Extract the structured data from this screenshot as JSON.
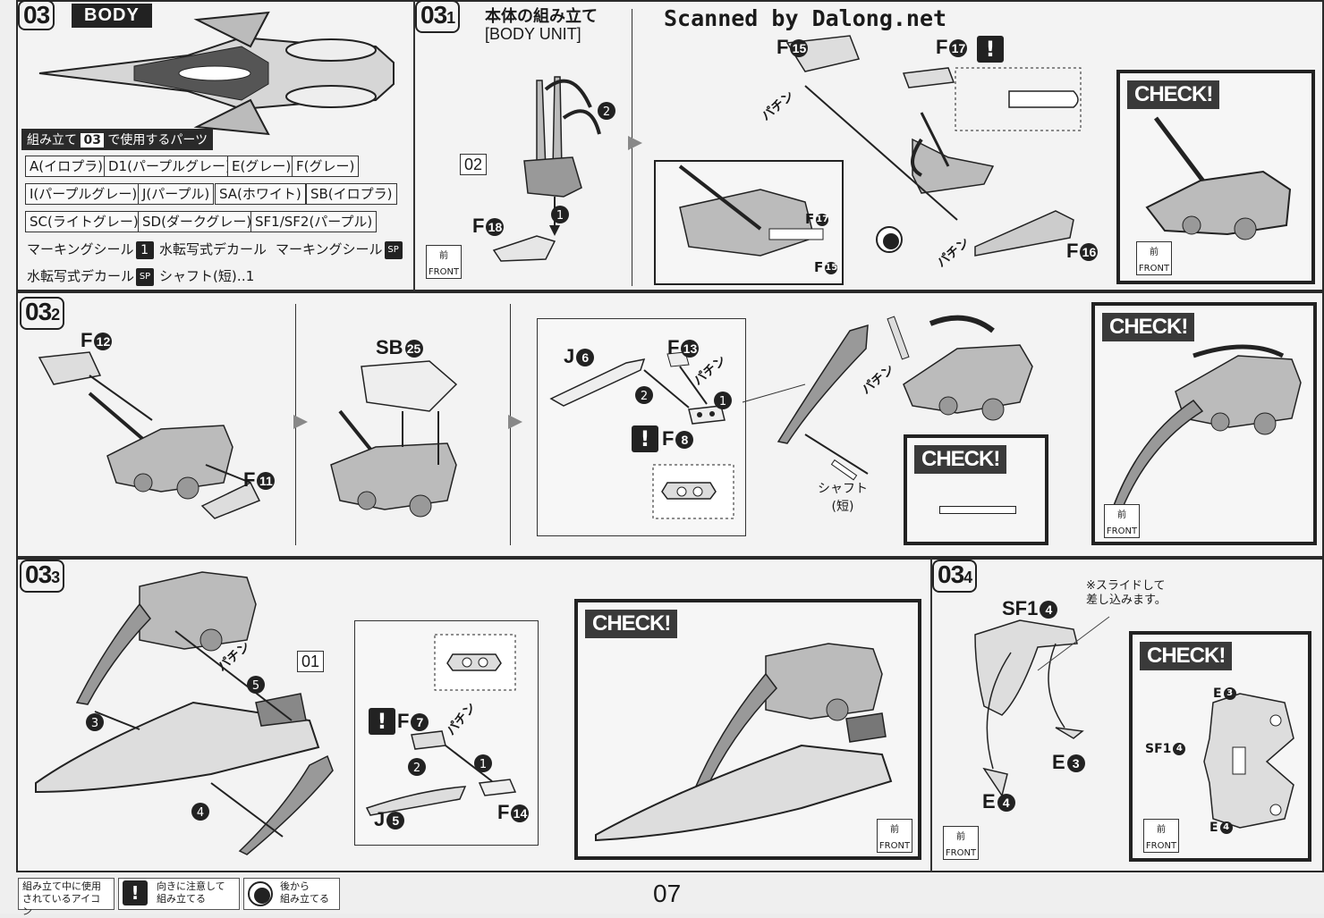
{
  "watermark": "Scanned by Dalong.net",
  "section": {
    "num": "03",
    "label": "BODY"
  },
  "parts_header": {
    "pre": "組み立て",
    "step": "03",
    "post": "で使用するパーツ"
  },
  "parts": [
    [
      "A(イロプラ)",
      "D1(パープルグレー)",
      "E(グレー)",
      "F(グレー)"
    ],
    [
      "I(パープルグレー)",
      "J(パープル)",
      "SA(ホワイト)",
      "SB(イロプラ)"
    ],
    [
      "SC(ライトグレー)",
      "SD(ダークグレー)",
      "SF1/SF2(パープル)"
    ]
  ],
  "parts_extra": [
    {
      "text": "マーキングシール",
      "badge": "1"
    },
    {
      "text": "水転写式デカール",
      "badge": ""
    },
    {
      "text": "マーキングシール",
      "badge": "SP"
    },
    {
      "text": "水転写式デカール",
      "badge": "SP"
    },
    {
      "text": "シャフト(短)‥1",
      "badge": ""
    }
  ],
  "step1": {
    "num": "03",
    "sub": "1",
    "title_jp": "本体の組み立て",
    "title_en": "[BODY UNIT]",
    "tag": "02"
  },
  "step2": {
    "num": "03",
    "sub": "2"
  },
  "step3": {
    "num": "03",
    "sub": "3",
    "tag": "01"
  },
  "step4": {
    "num": "03",
    "sub": "4",
    "note": "※スライドして\n差し込みます。"
  },
  "labels": {
    "f18": "F",
    "f18n": "18",
    "f15": "F",
    "f15n": "15",
    "f17": "F",
    "f17n": "17",
    "f16": "F",
    "f16n": "16",
    "f12": "F",
    "f12n": "12",
    "f11": "F",
    "f11n": "11",
    "sb25": "SB",
    "sb25n": "25",
    "j6": "J",
    "j6n": "6",
    "f13": "F",
    "f13n": "13",
    "f8": "F",
    "f8n": "8",
    "f7": "F",
    "f7n": "7",
    "j5": "J",
    "j5n": "5",
    "f14": "F",
    "f14n": "14",
    "sf1": "SF1",
    "sf1n": "4",
    "e3": "E",
    "e3n": "3",
    "e4": "E",
    "e4n": "4",
    "shaft": "シャフト\n(短)",
    "pachin": "パチン",
    "e3b": "E",
    "sf1b": "SF1",
    "e4b": "E"
  },
  "check_label": "CHECK!",
  "front": {
    "zen": "前",
    "fr": "FRONT"
  },
  "footer": {
    "icons_label": "組み立て中に使用\nされているアイコン",
    "icon1": "向きに注意して\n組み立てる",
    "icon2": "後から\n組み立てる",
    "page": "07"
  }
}
